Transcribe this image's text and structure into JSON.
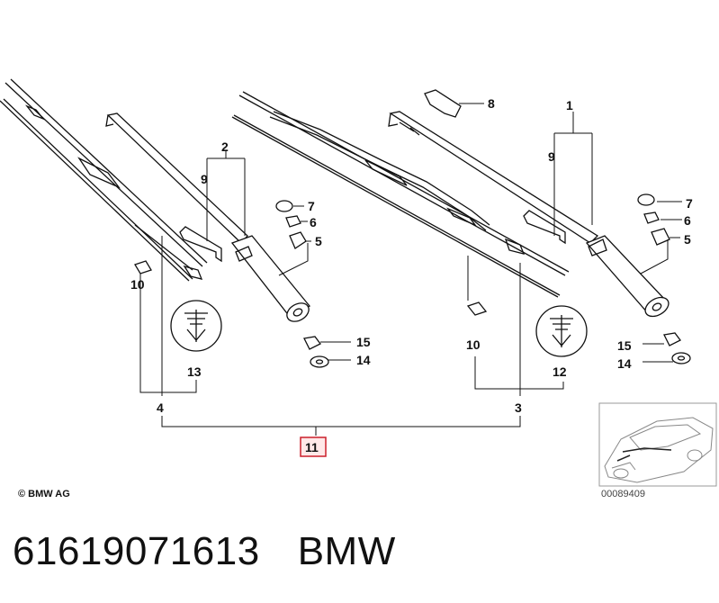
{
  "callouts": {
    "c1": "1",
    "c2": "2",
    "c3": "3",
    "c4": "4",
    "c5a": "5",
    "c5b": "5",
    "c6a": "6",
    "c6b": "6",
    "c7a": "7",
    "c7b": "7",
    "c8": "8",
    "c9a": "9",
    "c9b": "9",
    "c10a": "10",
    "c10b": "10",
    "c11": "11",
    "c12": "12",
    "c13": "13",
    "c14a": "14",
    "c14b": "14",
    "c15a": "15",
    "c15b": "15"
  },
  "highlight_color": "#cc1f2a",
  "copyright": "© BMW AG",
  "image_ref": "00089409",
  "caption": {
    "part_number": "61619071613",
    "brand": "BMW"
  }
}
